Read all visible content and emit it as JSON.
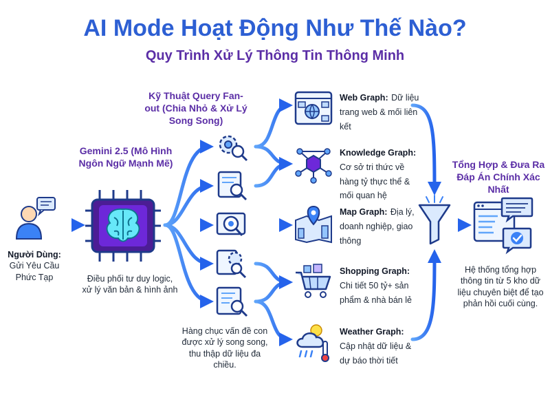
{
  "header": {
    "title": "AI Mode Hoạt Động Như Thế Nào?",
    "subtitle": "Quy Trình Xử Lý Thông Tin Thông Minh"
  },
  "user": {
    "label_bold": "Người Dùng:",
    "label_text": "Gửi Yêu Cầu Phức Tạp"
  },
  "gemini": {
    "title": "Gemini 2.5 (Mô Hình Ngôn Ngữ Mạnh Mẽ)",
    "caption": "Điều phối tư duy logic, xử lý văn bản & hình ảnh"
  },
  "fanout": {
    "title": "Kỹ Thuật Query Fan-out (Chia Nhỏ & Xử Lý Song Song)",
    "caption": "Hàng chục vấn đề con được xử lý song song, thu thập dữ liệu đa chiều."
  },
  "sources": [
    {
      "name": "Web Graph:",
      "desc": "Dữ liệu trang web & mối liên kết",
      "icon": "web-graph-icon"
    },
    {
      "name": "Knowledge Graph:",
      "desc": "Cơ sở tri thức về hàng tỷ thực thể & mối quan hệ",
      "icon": "knowledge-graph-icon"
    },
    {
      "name": "Map Graph:",
      "desc": "Địa lý, doanh nghiệp, giao thông",
      "icon": "map-graph-icon"
    },
    {
      "name": "Shopping Graph:",
      "desc": "Chi tiết 50 tỷ+ sản phẩm & nhà bán lẻ",
      "icon": "shopping-graph-icon"
    },
    {
      "name": "Weather Graph:",
      "desc": "Cập nhật dữ liệu & dự báo thời tiết",
      "icon": "weather-graph-icon"
    }
  ],
  "synthesis": {
    "title": "Tổng Hợp & Đưa Ra Đáp Án Chính Xác Nhất",
    "caption": "Hệ thống tổng hợp thông tin từ 5 kho dữ liệu chuyên biệt để tạo phản hồi cuối cùng."
  },
  "colors": {
    "title_blue": "#2d5fd3",
    "accent_purple": "#5b2ea6",
    "arrow_blue": "#3b82f6"
  }
}
